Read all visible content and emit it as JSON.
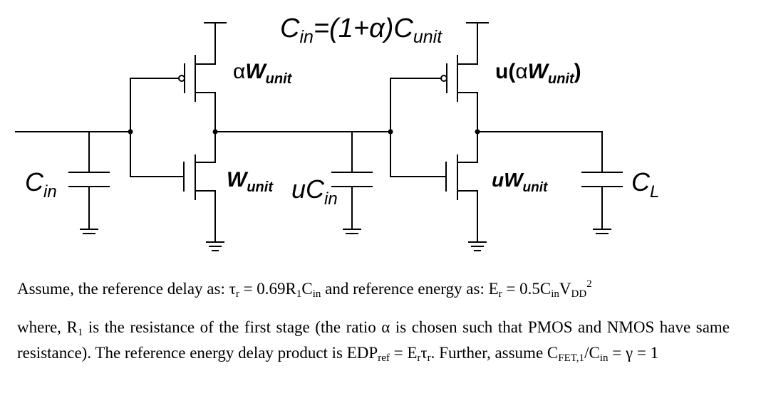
{
  "diagram": {
    "title": {
      "c": "C",
      "in": "in",
      "eq": "=(1+",
      "alpha": "α",
      "close": ")C",
      "unit": "unit"
    },
    "pmos1_label": {
      "alpha": "α",
      "w": "W",
      "unit": "unit"
    },
    "nmos1_label": {
      "w": "W",
      "unit": "unit"
    },
    "pmos2_label": {
      "pre": "u(",
      "alpha": "α",
      "w": "W",
      "unit": "unit",
      "post": ")"
    },
    "nmos2_label": {
      "u": "u",
      "w": "W",
      "unit": "unit"
    },
    "cap_in_label": {
      "c": "C",
      "in": "in"
    },
    "cap_mid_label": {
      "u": "u",
      "c": "C",
      "in": "in"
    },
    "cap_load_label": {
      "c": "C",
      "l": "L"
    }
  },
  "text": {
    "p1": {
      "a": "Assume, the reference delay as: τ",
      "a_sub": "r",
      "b": " = 0.69R",
      "b_sub": "1",
      "c": "C",
      "c_sub": "in",
      "d": " and reference energy as: E",
      "d_sub": "r",
      "e": " = 0.5C",
      "e_sub": "in",
      "f": "V",
      "f_sub": "DD",
      "f_sup": "2"
    },
    "p2": {
      "a": "where, R",
      "a_sub": "1",
      "b": " is the resistance of the first stage (the ratio α is chosen such that PMOS and NMOS have same resistance). The reference energy delay product is EDP",
      "b_sub": "ref",
      "c": " = E",
      "c_sub": "r",
      "d": "τ",
      "d_sub": "r",
      "e": ". Further, assume C",
      "e_sub": "FET,1",
      "f": "/C",
      "f_sub": "in",
      "g": " = γ = 1"
    }
  }
}
